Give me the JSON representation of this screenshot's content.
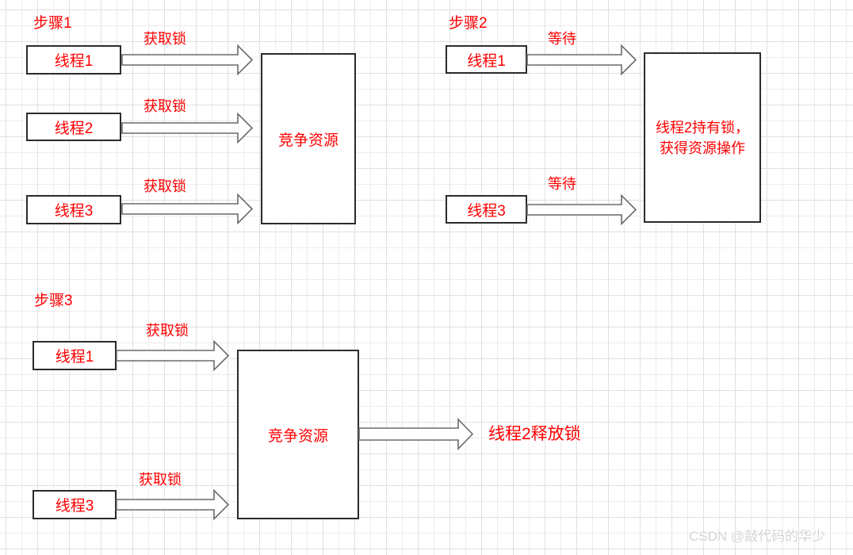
{
  "watermark": "CSDN @敲代码的华少",
  "colors": {
    "accent_red": "#ff0000",
    "box_border": "#2b2b2b",
    "arrow_outline": "#6a6a6a",
    "grid_minor": "#ececec",
    "grid_major": "#e0e0e0",
    "watermark_gray": "#d4d4d4",
    "canvas_bg": "#ffffff"
  },
  "steps": [
    {
      "label": "步骤1",
      "threads": [
        {
          "label": "线程1"
        },
        {
          "label": "线程2"
        },
        {
          "label": "线程3"
        }
      ],
      "arrows": [
        {
          "label": "获取锁"
        },
        {
          "label": "获取锁"
        },
        {
          "label": "获取锁"
        }
      ],
      "target": {
        "label": "竞争资源"
      }
    },
    {
      "label": "步骤2",
      "threads": [
        {
          "label": "线程1"
        },
        {
          "label": "线程3"
        }
      ],
      "arrows": [
        {
          "label": "等待"
        },
        {
          "label": "等待"
        }
      ],
      "target": {
        "lines": [
          "线程2持有锁，",
          "获得资源操作"
        ]
      }
    },
    {
      "label": "步骤3",
      "threads": [
        {
          "label": "线程1"
        },
        {
          "label": "线程3"
        }
      ],
      "arrows": [
        {
          "label": "获取锁"
        },
        {
          "label": "获取锁"
        }
      ],
      "target": {
        "label": "竞争资源"
      },
      "output": {
        "label": "线程2释放锁"
      }
    }
  ]
}
